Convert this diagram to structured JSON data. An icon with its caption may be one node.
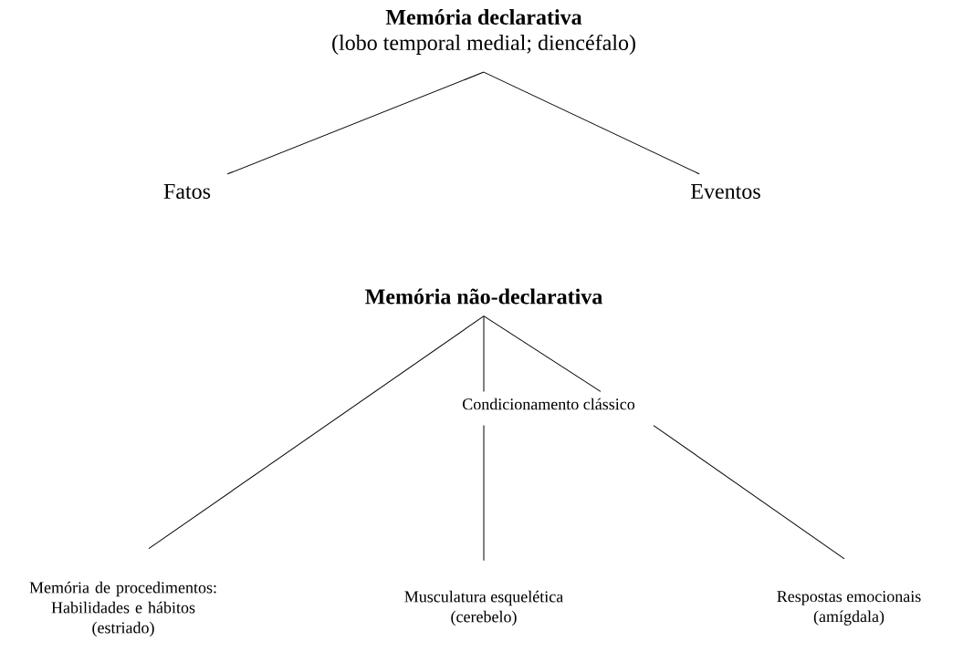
{
  "diagram": {
    "nodes": [
      {
        "text": [
          "Memória declarativa",
          "(lobo temporal medial; diencéfalo)"
        ]
      },
      {
        "text": [
          "Fatos"
        ]
      },
      {
        "text": [
          "Eventos"
        ]
      },
      {
        "text": [
          "Memória não-declarativa"
        ]
      },
      {
        "text": [
          "Condicionamento clássico"
        ]
      },
      {
        "text": [
          "Memória de procedimentos: Habilidades e hábitos",
          "(estriado)"
        ]
      },
      {
        "text": [
          "Musculatura esquelética",
          "(cerebelo)"
        ]
      },
      {
        "text": [
          "Respostas emocionais",
          "(amígdala)"
        ]
      }
    ],
    "edges": [
      {
        "from": 0,
        "to": 1,
        "arrow": "none"
      },
      {
        "from": 0,
        "to": 2,
        "arrow": "none"
      },
      {
        "from": 3,
        "to": 5,
        "arrow": "none"
      },
      {
        "from": 3,
        "to": 4,
        "arrow": "none"
      },
      {
        "from": 3,
        "to": 4,
        "arrow": "none"
      },
      {
        "from": 4,
        "to": 6,
        "arrow": "none"
      },
      {
        "from": 4,
        "to": 7,
        "arrow": "none"
      }
    ]
  }
}
